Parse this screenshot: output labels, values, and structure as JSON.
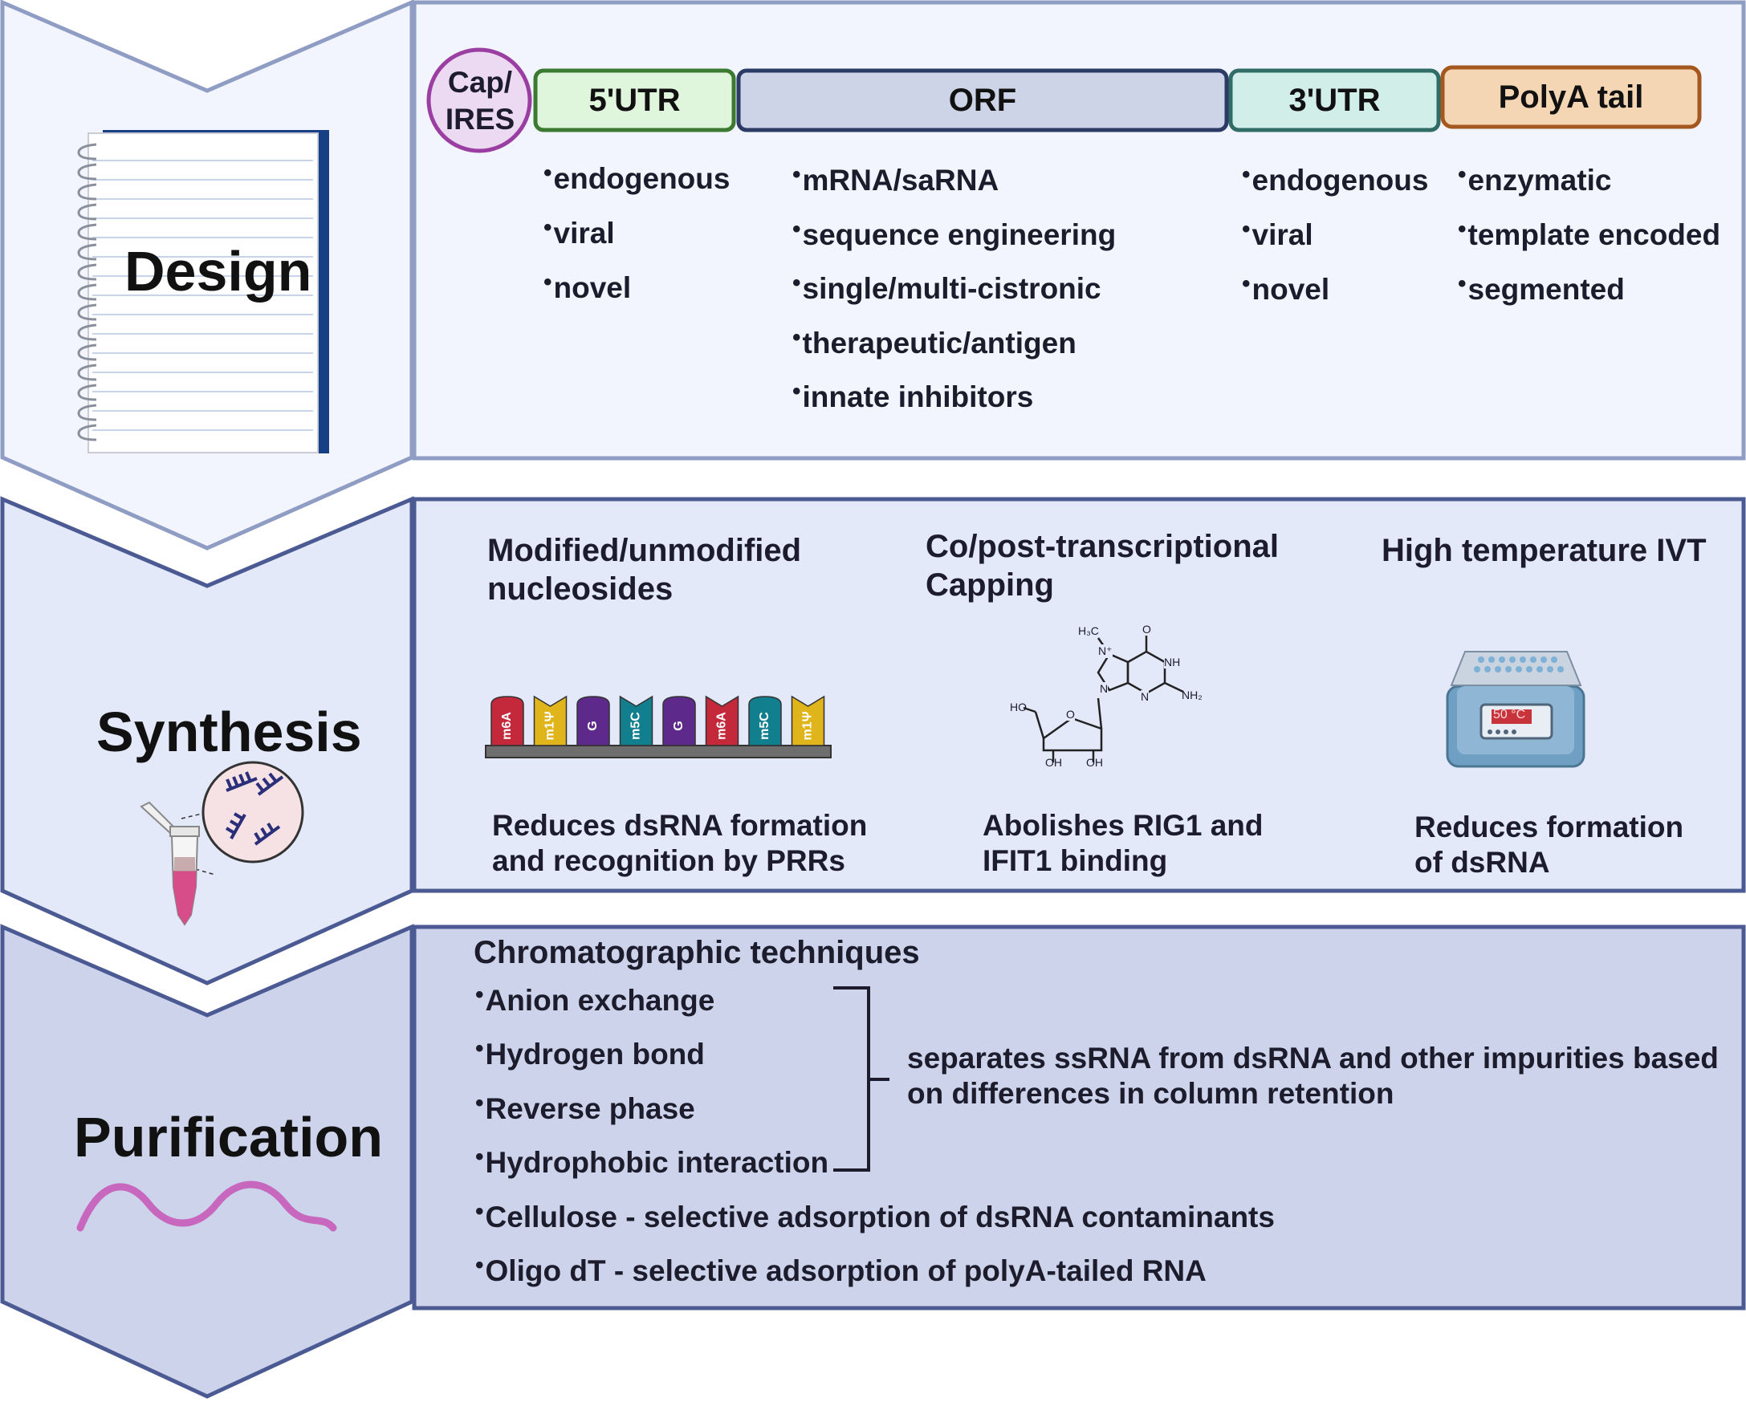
{
  "design": {
    "stage_label": "Design",
    "segments": {
      "cap": [
        "Cap/",
        "IRES"
      ],
      "utr5": "5'UTR",
      "orf": "ORF",
      "utr3": "3'UTR",
      "polya": "PolyA tail"
    },
    "utr5_items": [
      "endogenous",
      "viral",
      "novel"
    ],
    "orf_items": [
      "mRNA/saRNA",
      "sequence engineering",
      "single/multi-cistronic",
      "therapeutic/antigen",
      "innate inhibitors"
    ],
    "utr3_items": [
      "endogenous",
      "viral",
      "novel"
    ],
    "polya_items": [
      "enzymatic",
      "template encoded",
      "segmented"
    ]
  },
  "synthesis": {
    "stage_label": "Synthesis",
    "columns": [
      {
        "heading": [
          "Modified/unmodified",
          "nucleosides"
        ],
        "effect": [
          "Reduces dsRNA formation",
          "and recognition by PRRs"
        ]
      },
      {
        "heading": [
          "Co/post-transcriptional",
          "Capping"
        ],
        "effect": [
          "Abolishes RIG1 and",
          "IFIT1 binding"
        ]
      },
      {
        "heading": [
          "High temperature IVT"
        ],
        "effect": [
          "Reduces formation",
          "of dsRNA"
        ]
      }
    ],
    "nucleosides": [
      {
        "label": "m6A",
        "color": "#c3283b"
      },
      {
        "label": "m1Ψ",
        "color": "#e0b51c"
      },
      {
        "label": "G",
        "color": "#5d2a8c"
      },
      {
        "label": "m5C",
        "color": "#127f8f"
      },
      {
        "label": "G",
        "color": "#5d2a8c"
      },
      {
        "label": "m6A",
        "color": "#c3283b"
      },
      {
        "label": "m5C",
        "color": "#127f8f"
      },
      {
        "label": "m1Ψ",
        "color": "#e0b51c"
      }
    ],
    "cap_structure_labels": {
      "methyl": "H₃C",
      "n_plus": "N⁺",
      "o_top": "O",
      "nh": "NH",
      "nh2": "NH₂",
      "n_left": "N",
      "n_bottom": "N",
      "ho": "HO",
      "o_ring": "O",
      "oh1": "OH",
      "oh2": "OH"
    },
    "incubator_display": "50 °C"
  },
  "purification": {
    "stage_label": "Purification",
    "heading": "Chromatographic techniques",
    "bracketed_items": [
      "Anion exchange",
      "Hydrogen bond",
      "Reverse phase",
      "Hydrophobic interaction"
    ],
    "bracket_note": [
      "separates ssRNA from dsRNA and other impurities based",
      "on differences in column retention"
    ],
    "other_items": [
      "Cellulose - selective adsorption of dsRNA contaminants",
      "Oligo dT - selective adsorption of polyA-tailed RNA"
    ]
  },
  "colors": {
    "design_bg": "#f2f5fd",
    "synthesis_bg": "#e3e9f9",
    "purification_bg": "#ccd3ea",
    "border": "#8f9cc3",
    "border_dark": "#4b5a93",
    "cap_fill": "#ecdaf2",
    "cap_stroke": "#9b3ea1",
    "utr5_fill": "#dff5dc",
    "utr5_stroke": "#3c7a32",
    "orf_fill": "#cdd4e8",
    "orf_stroke": "#2c3a66",
    "utr3_fill": "#d2eee9",
    "utr3_stroke": "#2f6d66",
    "polya_fill": "#f4d6b4",
    "polya_stroke": "#a4581f"
  }
}
